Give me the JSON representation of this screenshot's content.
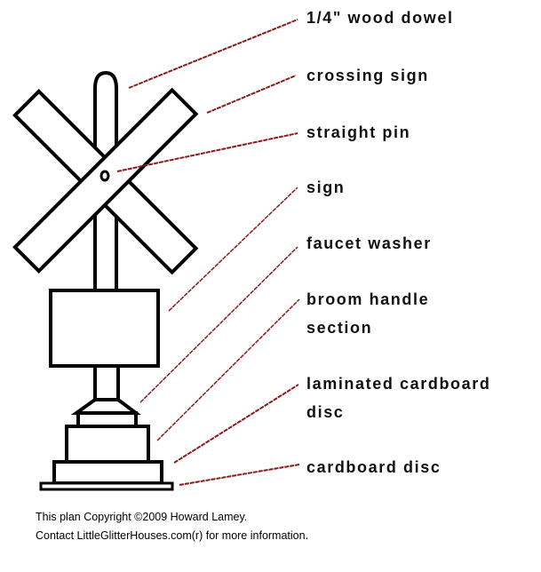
{
  "labels": {
    "dowel": "1/4\" wood dowel",
    "crossing_sign": "crossing sign",
    "straight_pin": "straight pin",
    "sign": "sign",
    "faucet_washer": "faucet washer",
    "broom_handle_line1": "broom handle",
    "broom_handle_line2": "section",
    "laminated_line1": "laminated cardboard",
    "laminated_line2": "disc",
    "cardboard_disc": "cardboard disc"
  },
  "footer": {
    "copyright": "This plan Copyright ©2009 Howard Lamey.",
    "contact": "Contact LittleGlitterHouses.com(r) for more information."
  },
  "colors": {
    "leader_line": "#8b1a1a",
    "outline": "#000000"
  }
}
